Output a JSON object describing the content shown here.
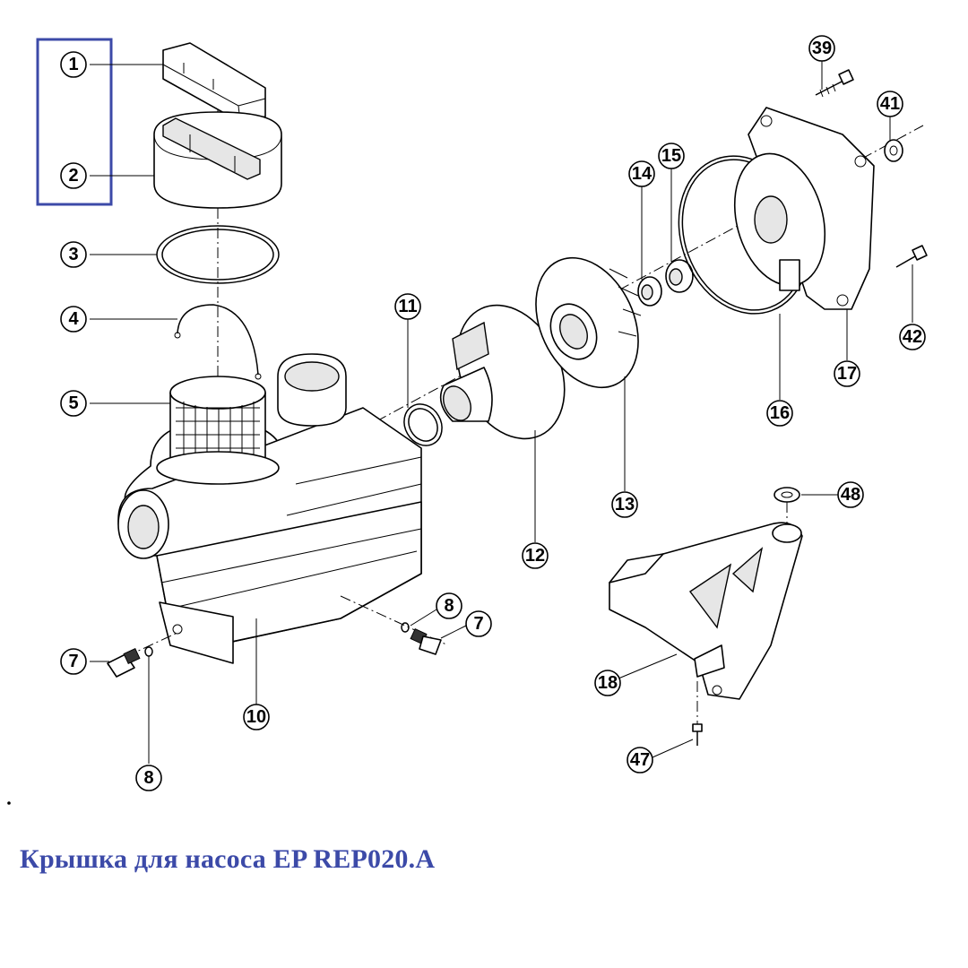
{
  "caption": "Крышка для насоса EP REP020.A",
  "highlight_color": "#3c4aa8",
  "callouts": {
    "c1": "1",
    "c2": "2",
    "c3": "3",
    "c4": "4",
    "c5": "5",
    "c7a": "7",
    "c8a": "8",
    "c10": "10",
    "c8b": "8",
    "c7b": "7",
    "c11": "11",
    "c12": "12",
    "c13": "13",
    "c14": "14",
    "c15": "15",
    "c16": "16",
    "c17": "17",
    "c39": "39",
    "c41": "41",
    "c42": "42",
    "c18": "18",
    "c48": "48",
    "c47": "47"
  }
}
